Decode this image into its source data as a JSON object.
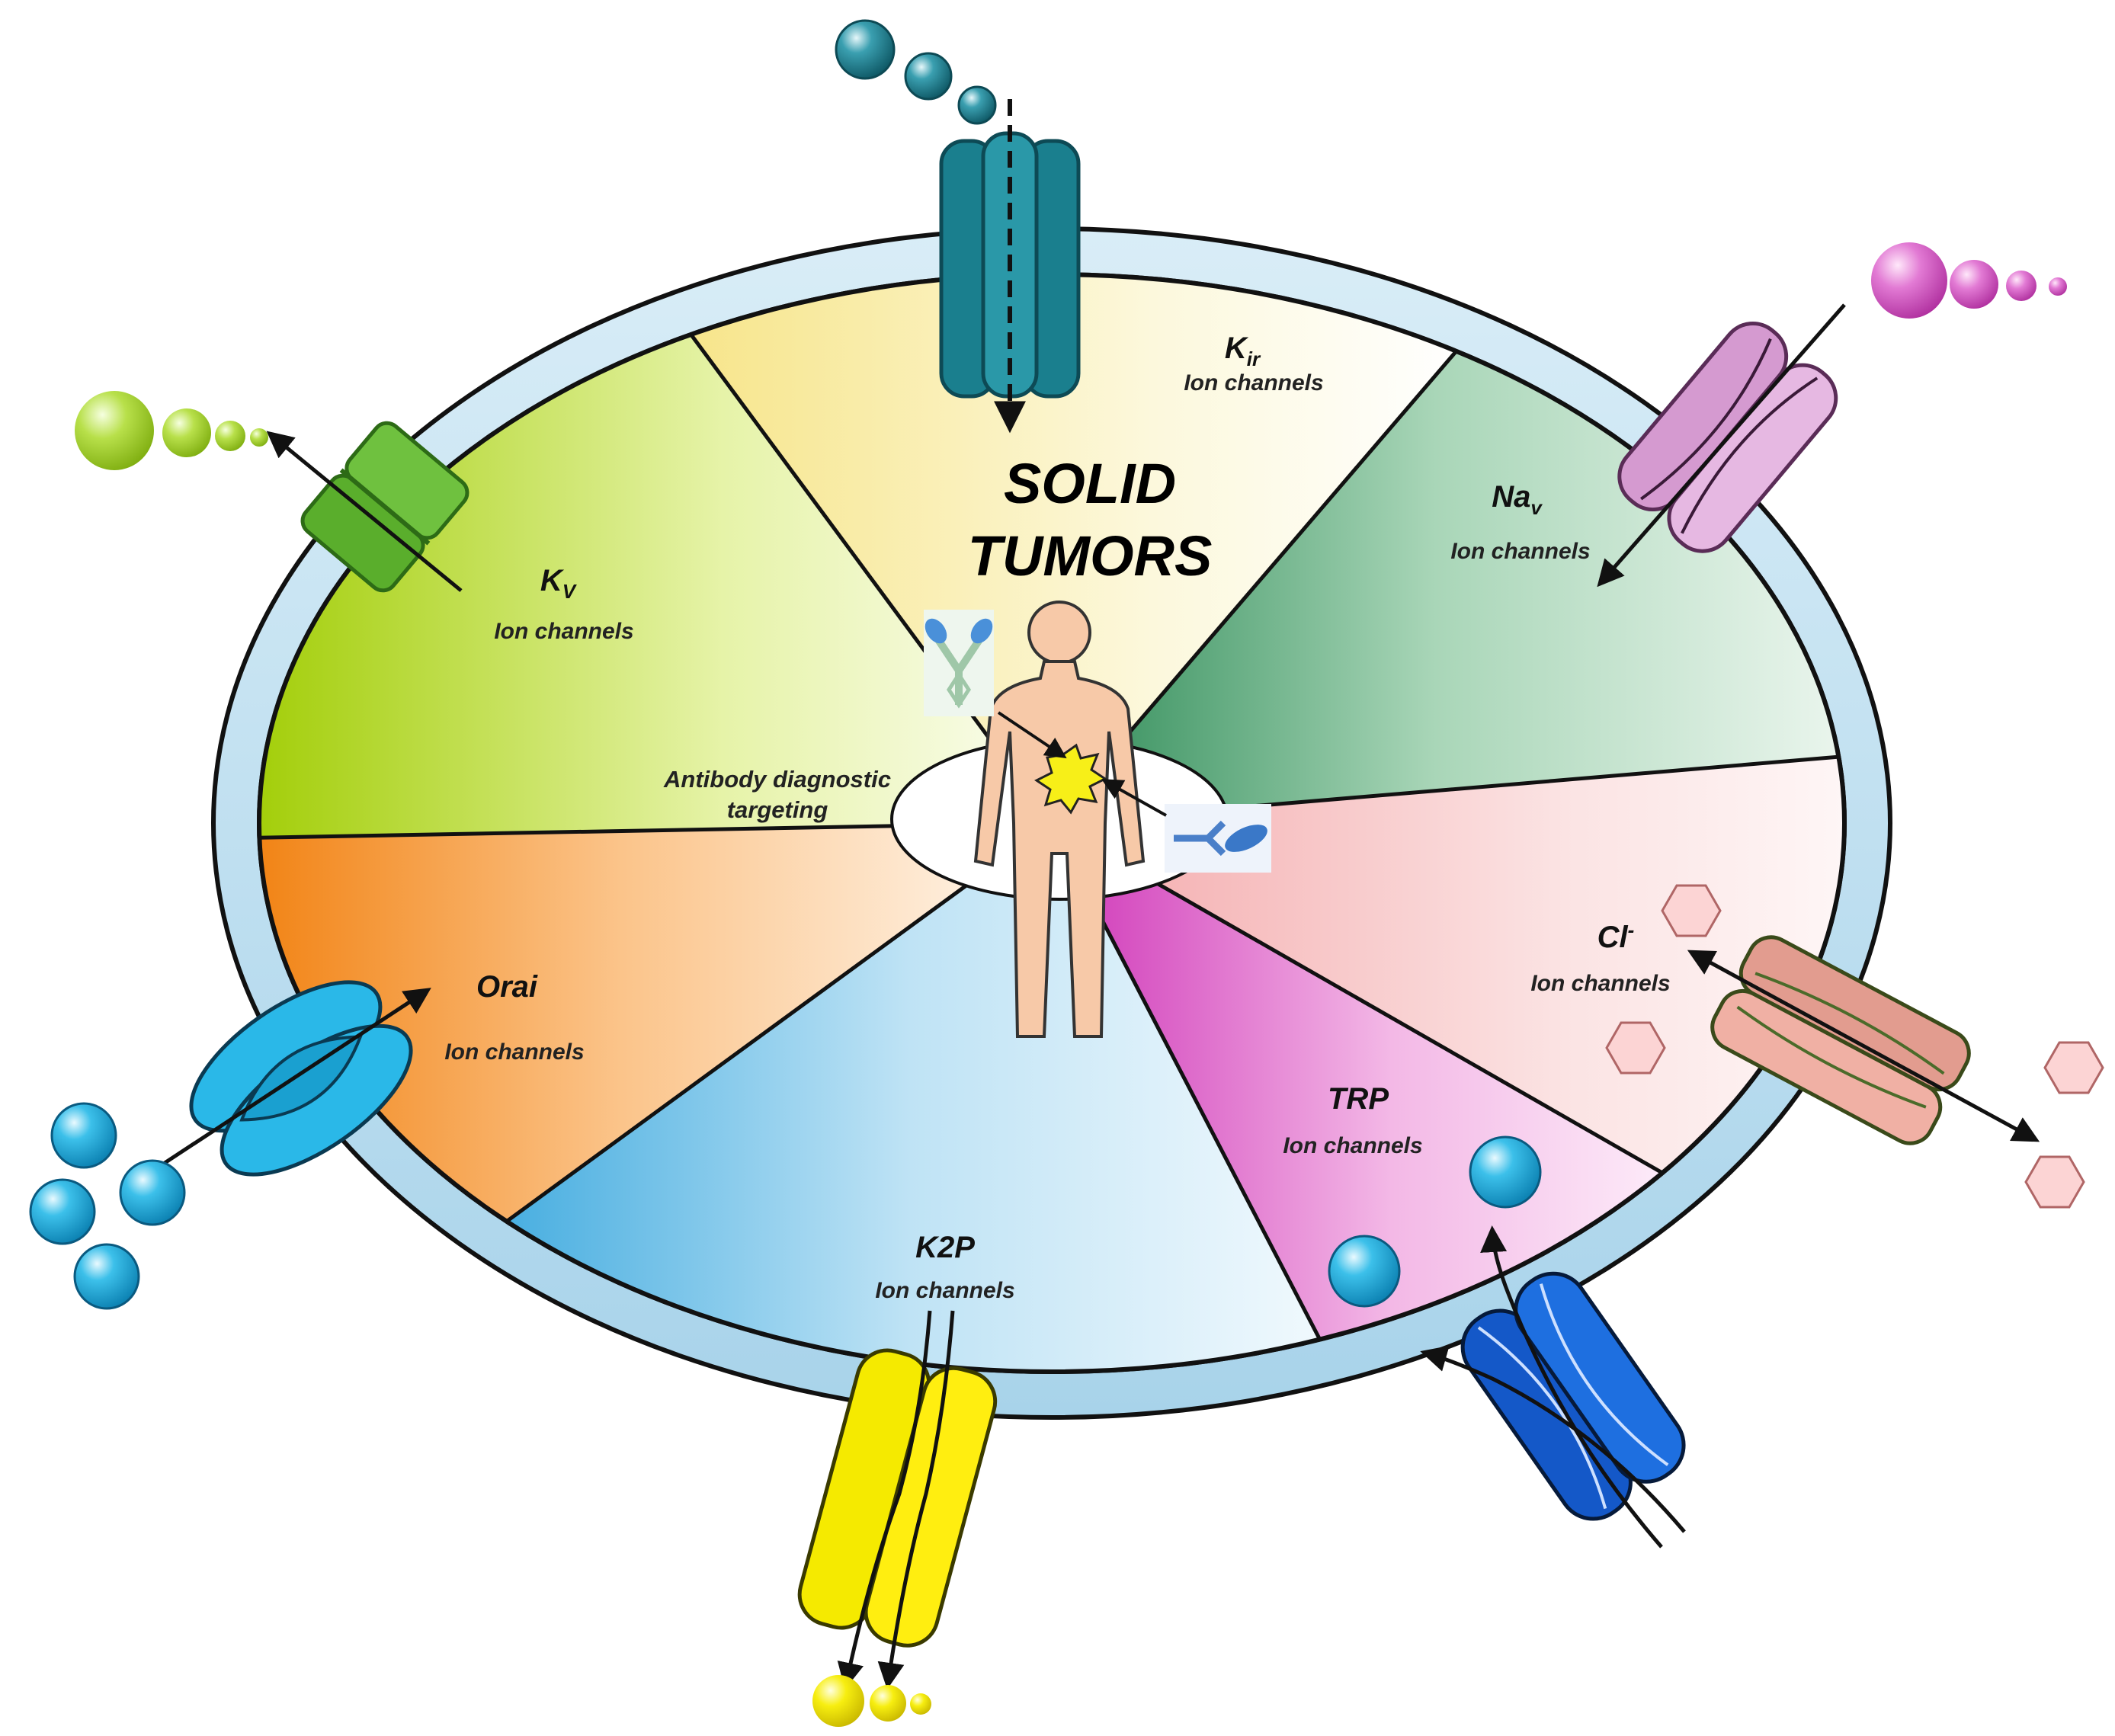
{
  "title": {
    "line1": "SOLID",
    "line2": "TUMORS"
  },
  "center_label": {
    "line1": "Antibody diagnostic",
    "line2": "targeting"
  },
  "sectors": [
    {
      "id": "kir",
      "main": "K",
      "sub": "ir",
      "caption": "Ion channels",
      "color": "#f5e89a"
    },
    {
      "id": "nav",
      "main": "Na",
      "sub": "v",
      "caption": "Ion channels",
      "color": "#2f8f5a"
    },
    {
      "id": "cl",
      "main": "Cl",
      "sup": "-",
      "caption": "Ion channels",
      "color": "#f3b3b5"
    },
    {
      "id": "trp",
      "main": "TRP",
      "caption": "Ion channels",
      "color": "#d83fbf"
    },
    {
      "id": "k2p",
      "main": "K2P",
      "caption": "Ion channels",
      "color": "#45aee0"
    },
    {
      "id": "orai",
      "main": "Orai",
      "caption": "Ion channels",
      "color": "#f07d00"
    },
    {
      "id": "kv",
      "main": "K",
      "sub": "V",
      "caption": "Ion channels",
      "color": "#a6d000"
    }
  ]
}
